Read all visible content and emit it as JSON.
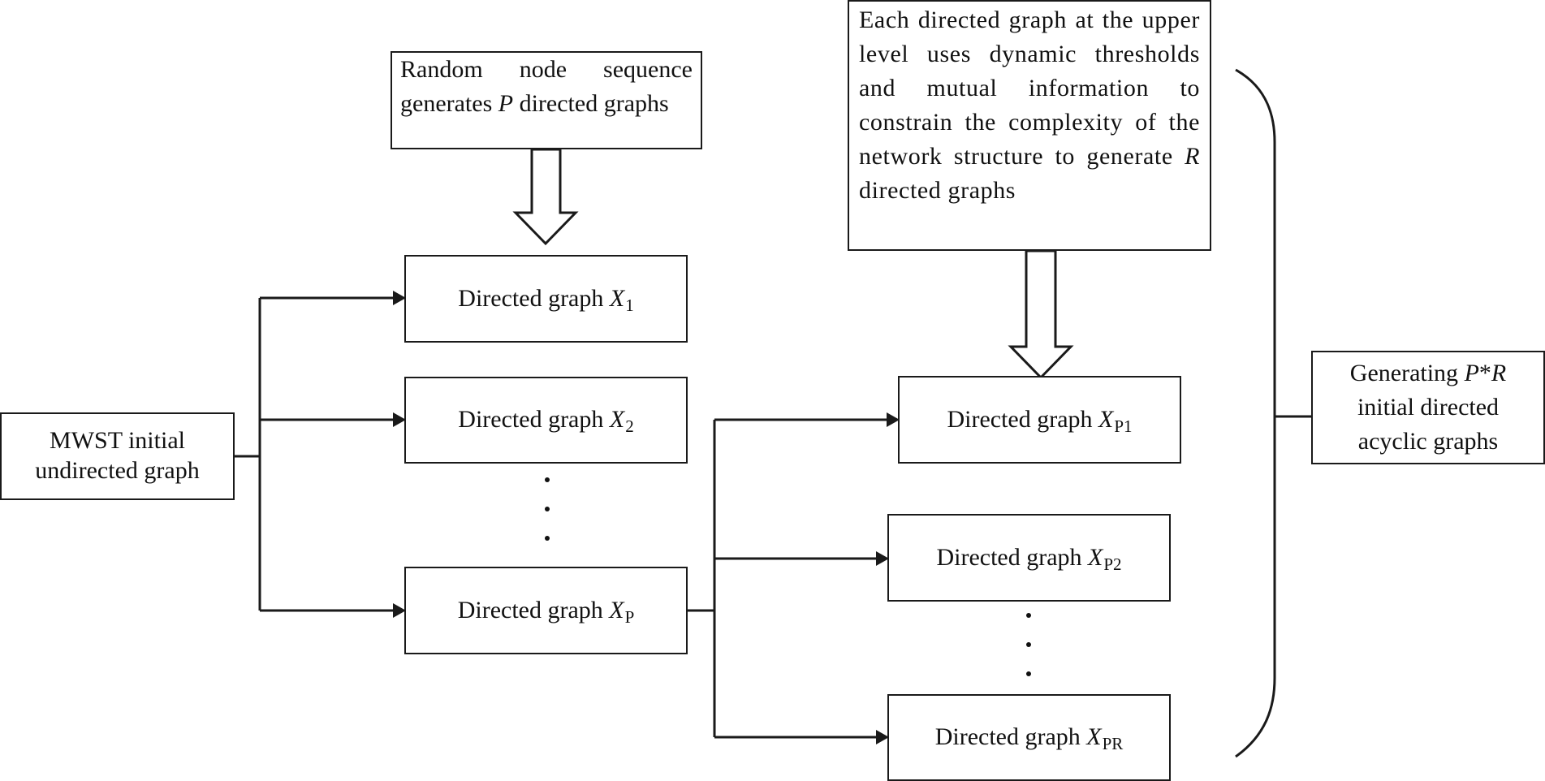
{
  "nodes": {
    "source": {
      "line1": "MWST initial",
      "line2": "undirected graph"
    },
    "level1": [
      {
        "label": "Directed graph ",
        "var": "X",
        "sub": "1"
      },
      {
        "label": "Directed graph ",
        "var": "X",
        "sub": "2"
      },
      {
        "label": "Directed graph ",
        "var": "X",
        "sub": "P"
      }
    ],
    "level2": [
      {
        "label": "Directed graph ",
        "var": "X",
        "sub": "P1"
      },
      {
        "label": "Directed graph ",
        "var": "X",
        "sub": "P2"
      },
      {
        "label": "Directed graph ",
        "var": "X",
        "sub": "PR"
      }
    ],
    "result": {
      "line1a": "Generating ",
      "line1b": "P",
      "line1c": "*",
      "line1d": "R",
      "line2": "initial directed",
      "line3": "acyclic graphs"
    }
  },
  "notes": {
    "top_left": {
      "text_a": "Random node sequence generates ",
      "var": "P",
      "text_b": " directed graphs"
    },
    "top_right": {
      "text_a": "Each directed graph at the upper level uses dynamic thresholds and mutual information to constrain the complexity of the network structure to generate ",
      "var": "R",
      "text_b": " directed graphs"
    }
  },
  "colors": {
    "line": "#1a1a1a",
    "background": "#ffffff"
  }
}
